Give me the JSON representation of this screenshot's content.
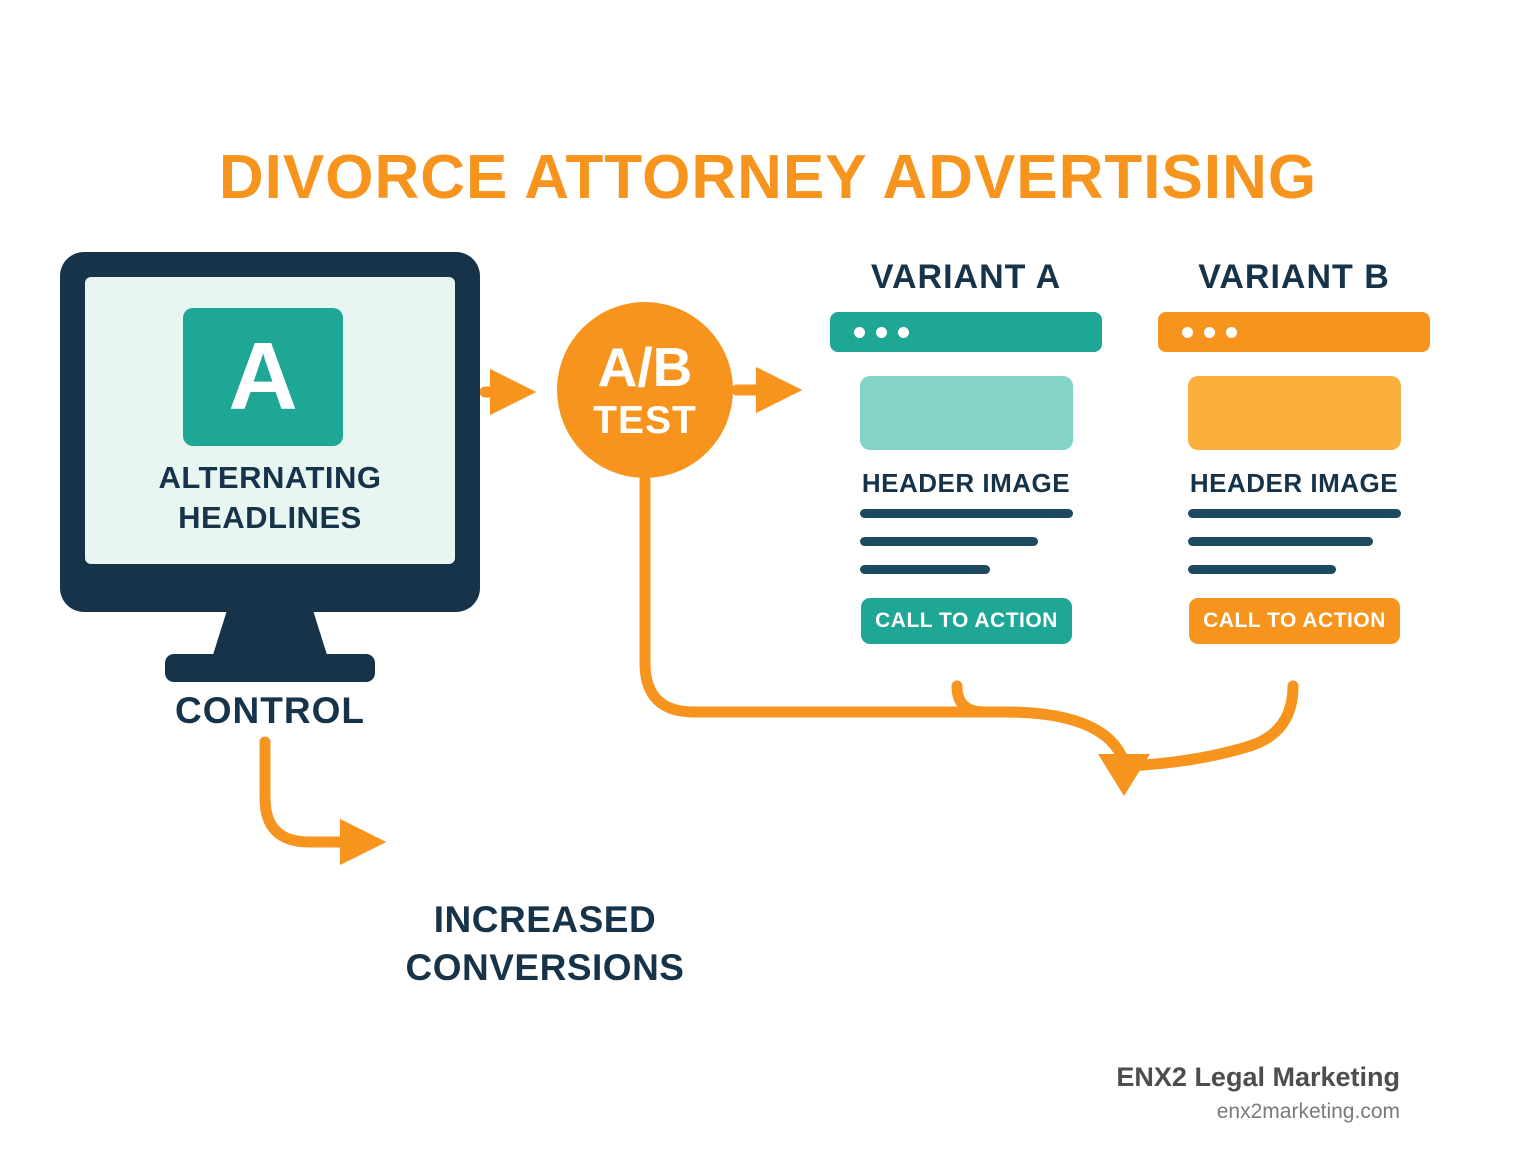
{
  "title": "DIVORCE ATTORNEY ADVERTISING",
  "control": {
    "monitor_letter": "A",
    "screen_label": "ALTERNATING HEADLINES",
    "caption": "CONTROL"
  },
  "ab_test": {
    "line1": "A/B",
    "line2": "TEST"
  },
  "variants": [
    {
      "title": "VARIANT A",
      "header_image_label": "HEADER IMAGE",
      "cta_label": "CALL TO ACTION"
    },
    {
      "title": "VARIANT B",
      "header_image_label": "HEADER IMAGE",
      "cta_label": "CALL TO ACTION"
    }
  ],
  "outcome": {
    "caption": "INCREASED CONVERSIONS"
  },
  "footer": {
    "brand": "ENX2 Legal Marketing",
    "website": "enx2marketing.com"
  },
  "colors": {
    "orange": "#F7941E",
    "navy": "#16334A",
    "teal": "#1FA796",
    "teal_light": "#83D3C8",
    "mint": "#E7F6F1",
    "yellow": "#FBAF3C"
  }
}
